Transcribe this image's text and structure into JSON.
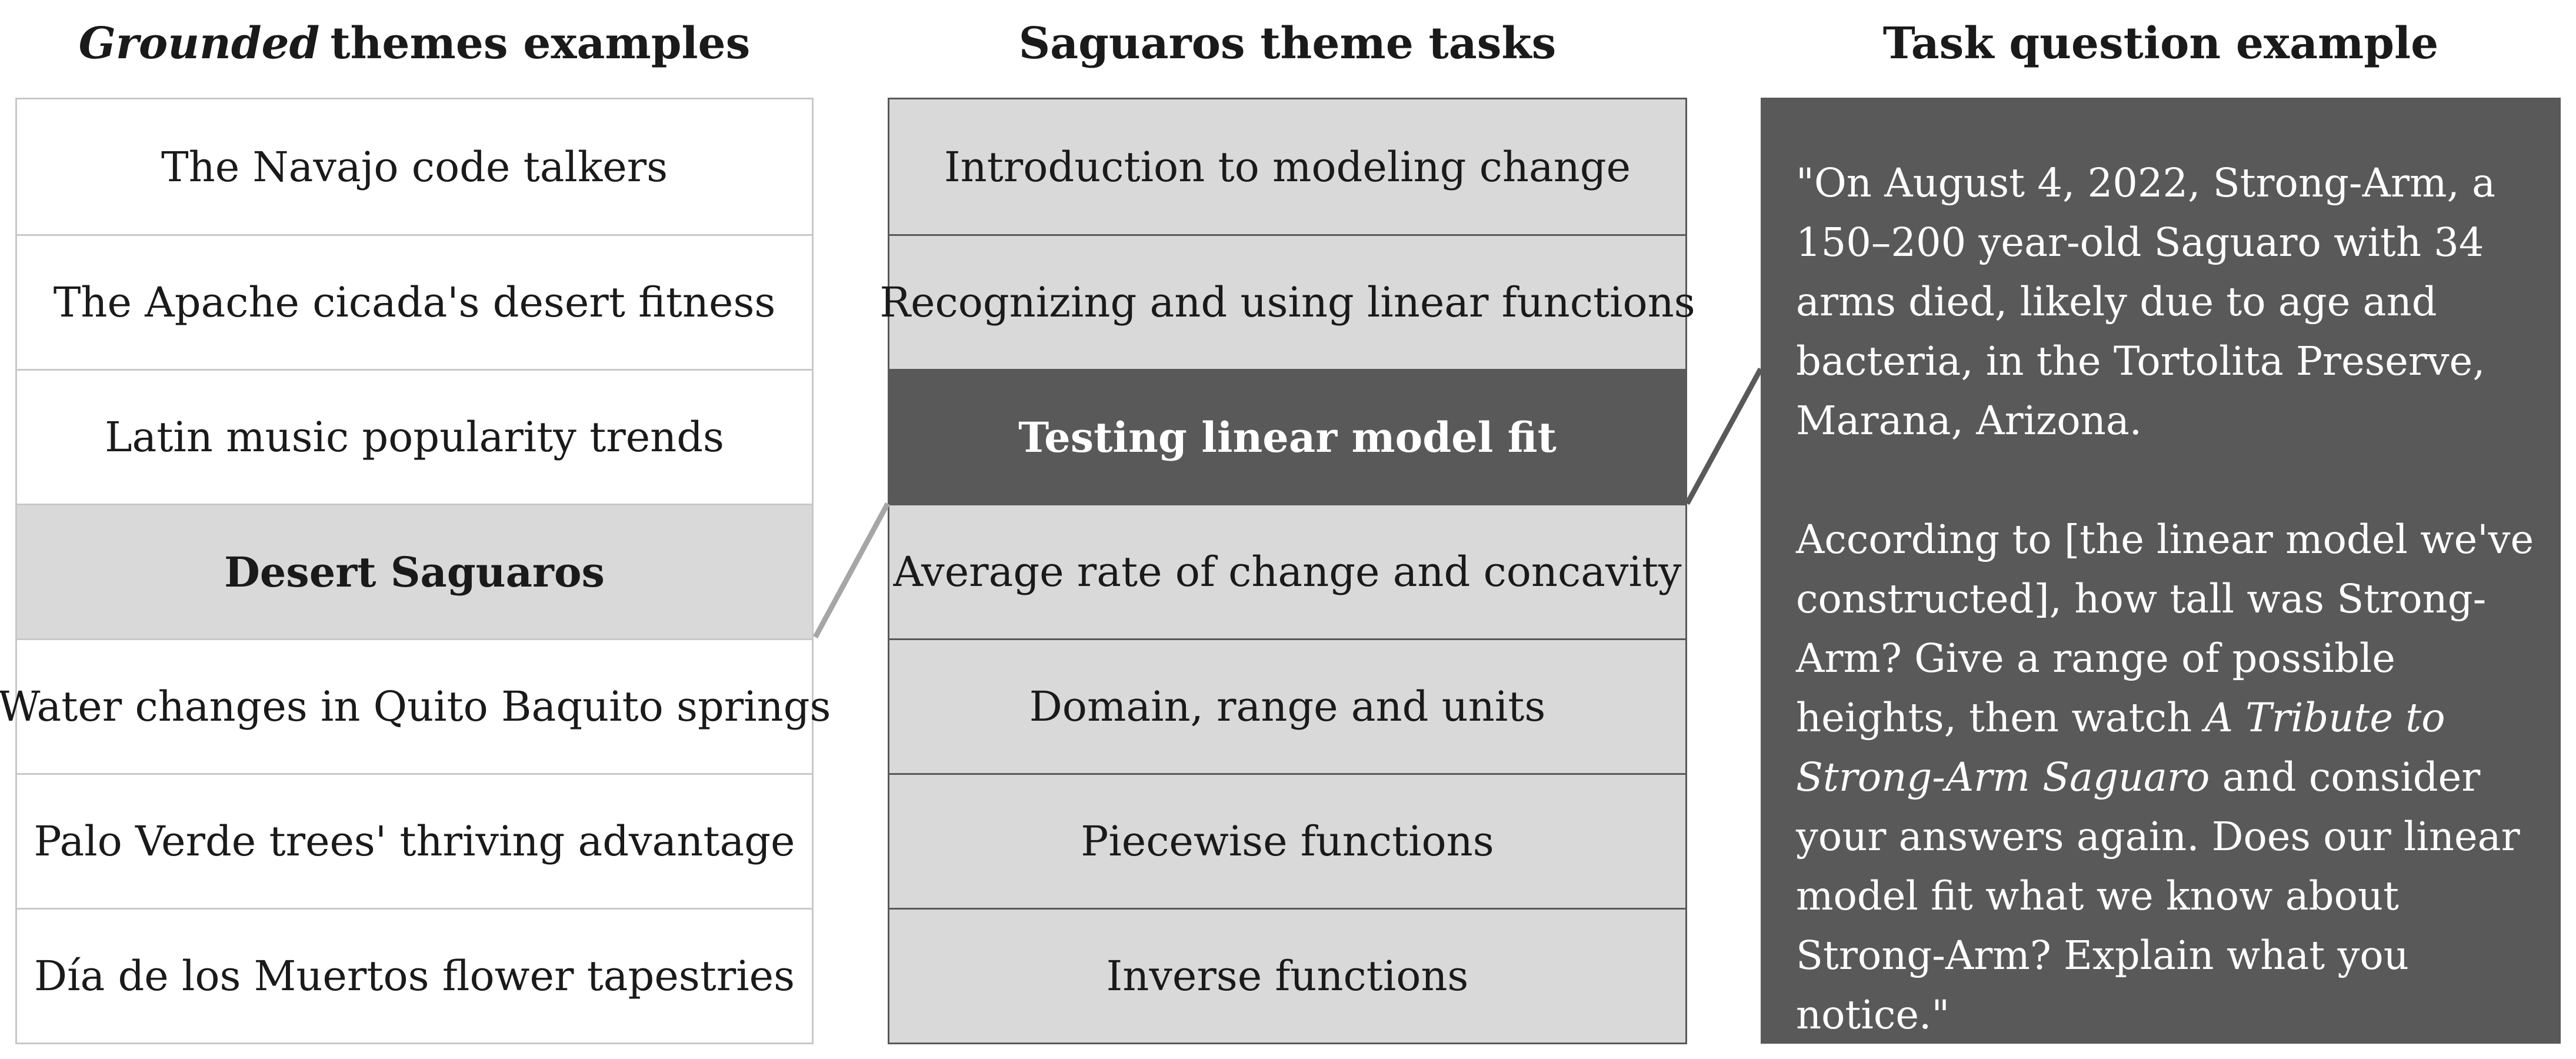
{
  "columns": {
    "themes": {
      "title_italic": "Grounded",
      "title_rest": "themes examples",
      "items": [
        "The Navajo code talkers",
        "The Apache cicada's desert fitness",
        "Latin music popularity trends",
        "Desert Saguaros",
        "Water changes in Quito Baquito springs",
        "Palo Verde trees' thriving advantage",
        "Día de los Muertos flower tapestries"
      ],
      "selected_index": 3
    },
    "tasks": {
      "title": "Saguaros theme tasks",
      "items": [
        "Introduction to modeling change",
        "Recognizing and using linear functions",
        "Testing linear model fit",
        "Average rate of change and concavity",
        "Domain, range and units",
        "Piecewise functions",
        "Inverse functions"
      ],
      "selected_index": 2
    },
    "question": {
      "title": "Task question example",
      "paragraph1": "\"On August 4, 2022, Strong-Arm, a 150–200 year-old Saguaro with 34 arms died, likely due to age and bacteria, in the Tortolita Preserve, Marana, Arizona.",
      "paragraph2_before": "According to [the linear model we've constructed], how tall was Strong-Arm? Give a range of possible heights, then watch",
      "paragraph2_italic": "A Tribute to Strong-Arm Saguaro",
      "paragraph2_after": "and consider your answers again. Does our linear model fit what we know about Strong-Arm? Explain what you notice.\""
    }
  },
  "colors": {
    "dark_fill": "#595959",
    "light_fill": "#d9d9d9",
    "light_border": "#c8c8c8",
    "connector_light": "#a6a6a6",
    "connector_dark": "#595959"
  }
}
